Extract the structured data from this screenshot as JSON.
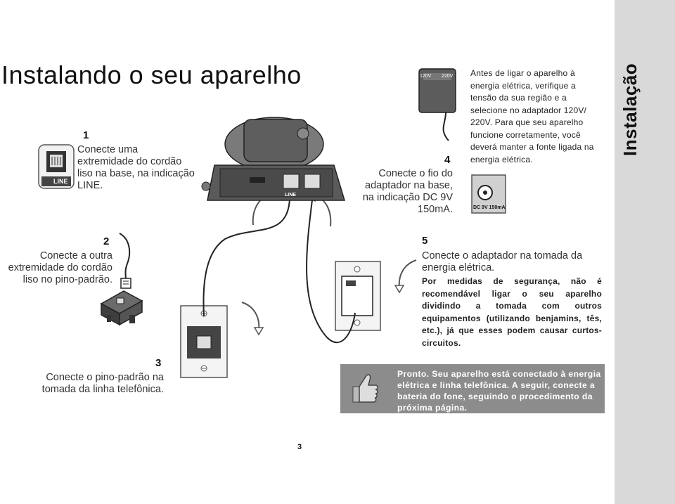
{
  "title": "Instalando o seu aparelho",
  "sidebar": {
    "label": "Instalação"
  },
  "steps": [
    {
      "number": "1",
      "text": "Conecte uma extremidade do cordão liso na base, na indicação LINE."
    },
    {
      "number": "2",
      "text": "Conecte a outra extremidade do cordão liso no pino-padrão."
    },
    {
      "number": "3",
      "text": "Conecte o pino-padrão na tomada da linha telefônica."
    },
    {
      "number": "4",
      "text": "Conecte o fio do adaptador na base, na indicação DC 9V 150mA."
    },
    {
      "number": "5",
      "text": "Conecte o adaptador na tomada da energia elétrica.",
      "warning": "Por medidas de segurança, não é recomendável ligar o seu aparelho dividindo a tomada com outros equipamentos (utilizando benjamins, tês, etc.), já que esses podem causar curtos-circuitos."
    }
  ],
  "voltage_note": "Antes de ligar o aparelho à energia elétrica, verifique a tensão da sua região e a selecione no adaptador 120V/ 220V. Para que seu aparelho funcione corretamente, você deverá manter a fonte ligada na energia elétrica.",
  "illustration_labels": {
    "line_jack": "LINE",
    "adapter_120": "120V",
    "adapter_220": "220V",
    "dc_jack": "DC 9V 150mA",
    "base_line": "LINE"
  },
  "ready_box": {
    "text": "Pronto. Seu aparelho está conectado à energia elétrica e linha telefônica. A seguir, conecte a bateria do fone, seguindo o procedimento da próxima página."
  },
  "page_number": "3",
  "colors": {
    "sidebar": "#d9d9d9",
    "ready_box": "#8c8c8c",
    "device": "#5a5a5a"
  }
}
